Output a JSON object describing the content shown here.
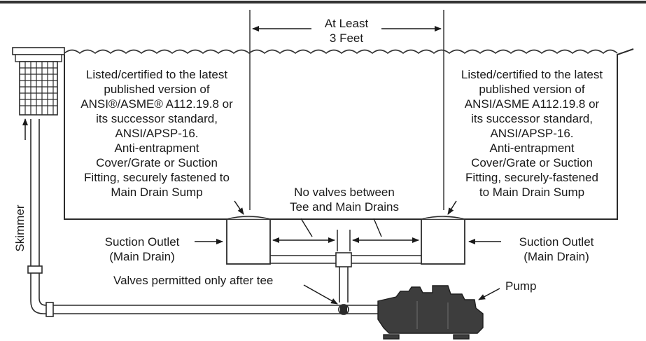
{
  "clearance": {
    "line1": "At Least",
    "line2": "3 Feet"
  },
  "left_cert": [
    "Listed/certified to the latest",
    "published version of",
    "ANSI®/ASME® A112.19.8 or",
    "its successor standard,",
    "ANSI/APSP-16.",
    "Anti-entrapment",
    "Cover/Grate or Suction",
    "Fitting, securely fastened to",
    "Main Drain Sump"
  ],
  "right_cert": [
    "Listed/certified to the latest",
    "published version of",
    "ANSI/ASME A112.19.8 or",
    "its successor standard,",
    "ANSI/APSP-16.",
    "Anti-entrapment",
    "Cover/Grate or Suction",
    "Fitting, securely-fastened",
    "to Main Drain Sump"
  ],
  "no_valves": {
    "line1": "No valves between",
    "line2": "Tee and Main Drains"
  },
  "suction_left": {
    "line1": "Suction Outlet",
    "line2": "(Main Drain)"
  },
  "suction_right": {
    "line1": "Suction Outlet",
    "line2": "(Main Drain)"
  },
  "valves_permitted": "Valves permitted only after tee",
  "pump": "Pump",
  "skimmer": "Skimmer",
  "colors": {
    "line": "#2b2b2b",
    "pump": "#3d3d3d",
    "water": "#333333"
  }
}
